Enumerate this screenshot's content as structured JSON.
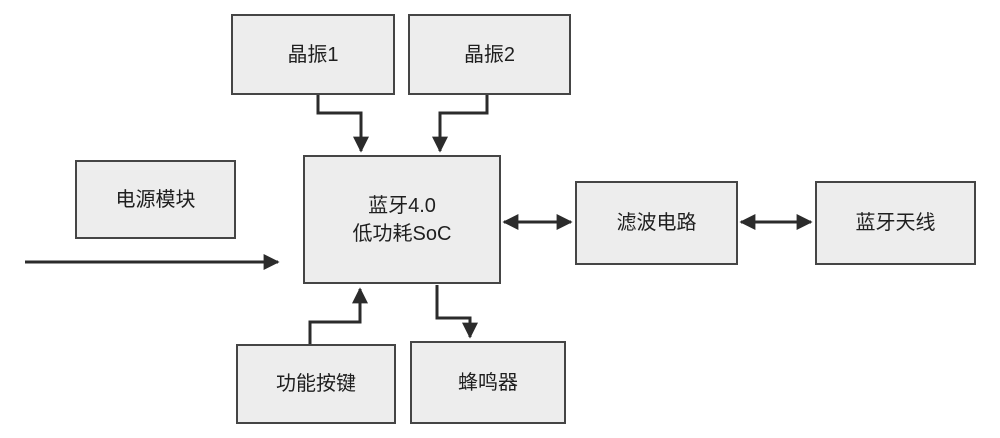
{
  "nodes": {
    "crystal1": {
      "label": "晶振1"
    },
    "crystal2": {
      "label": "晶振2"
    },
    "power": {
      "label": "电源模块"
    },
    "soc": {
      "line1": "蓝牙4.0",
      "line2": "低功耗SoC"
    },
    "filter": {
      "label": "滤波电路"
    },
    "antenna": {
      "label": "蓝牙天线"
    },
    "button": {
      "label": "功能按键"
    },
    "buzzer": {
      "label": "蜂鸣器"
    }
  },
  "edges": [
    {
      "from": "crystal1",
      "to": "soc",
      "type": "arrow"
    },
    {
      "from": "crystal2",
      "to": "soc",
      "type": "arrow"
    },
    {
      "from": "power",
      "to": "soc",
      "type": "arrow"
    },
    {
      "from": "soc",
      "to": "filter",
      "type": "double-arrow"
    },
    {
      "from": "filter",
      "to": "antenna",
      "type": "double-arrow"
    },
    {
      "from": "button",
      "to": "soc",
      "type": "arrow"
    },
    {
      "from": "soc",
      "to": "buzzer",
      "type": "arrow"
    }
  ],
  "colors": {
    "box_fill": "#ededed",
    "box_border": "#454545",
    "arrow": "#2b2b2b",
    "background": "#ffffff",
    "text": "#1f1f1f"
  }
}
